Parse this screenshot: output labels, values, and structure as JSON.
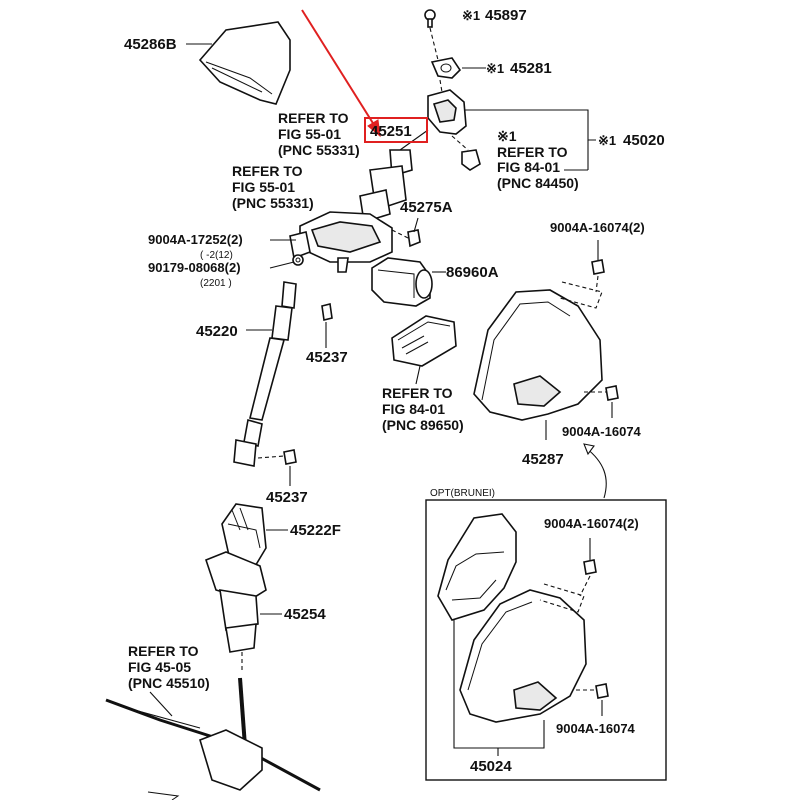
{
  "labels": {
    "p45897": "45897",
    "p45897_mark": "※1",
    "p45281": "45281",
    "p45281_mark": "※1",
    "p45286b": "45286B",
    "p45020": "45020",
    "p45020_mark": "※1",
    "p45251": "45251",
    "p45275a": "45275A",
    "p86960a": "86960A",
    "p45220": "45220",
    "p45237_a": "45237",
    "p45237_b": "45237",
    "p45222f": "45222F",
    "p45254": "45254",
    "p45287": "45287",
    "p45024": "45024",
    "p9004a_17252": "9004A-17252(2)",
    "p9004a_17252_note": "(    -2(12)",
    "p90179_08068": "90179-08068(2)",
    "p90179_note": "(2201          )",
    "p9004a_16074_2_top": "9004A-16074(2)",
    "p9004a_16074_mid": "9004A-16074",
    "p9004a_16074_2_box": "9004A-16074(2)",
    "p9004a_16074_box": "9004A-16074",
    "opt_brunei": "OPT(BRUNEI)"
  },
  "refs": {
    "ref_top_right": [
      "※1",
      "REFER TO",
      "FIG 84-01",
      "(PNC 84450)"
    ],
    "ref_55_a": [
      "REFER TO",
      "FIG 55-01",
      "(PNC 55331)"
    ],
    "ref_55_b": [
      "REFER TO",
      "FIG 55-01",
      "(PNC 55331)"
    ],
    "ref_84_bottom": [
      "REFER TO",
      "FIG 84-01",
      "(PNC 89650)"
    ],
    "ref_45_05": [
      "REFER TO",
      "FIG 45-05",
      "(PNC 45510)"
    ]
  },
  "colors": {
    "highlight_box": "#e02020",
    "arrow": "#e02020",
    "ink": "#111111"
  },
  "highlight": "45251"
}
